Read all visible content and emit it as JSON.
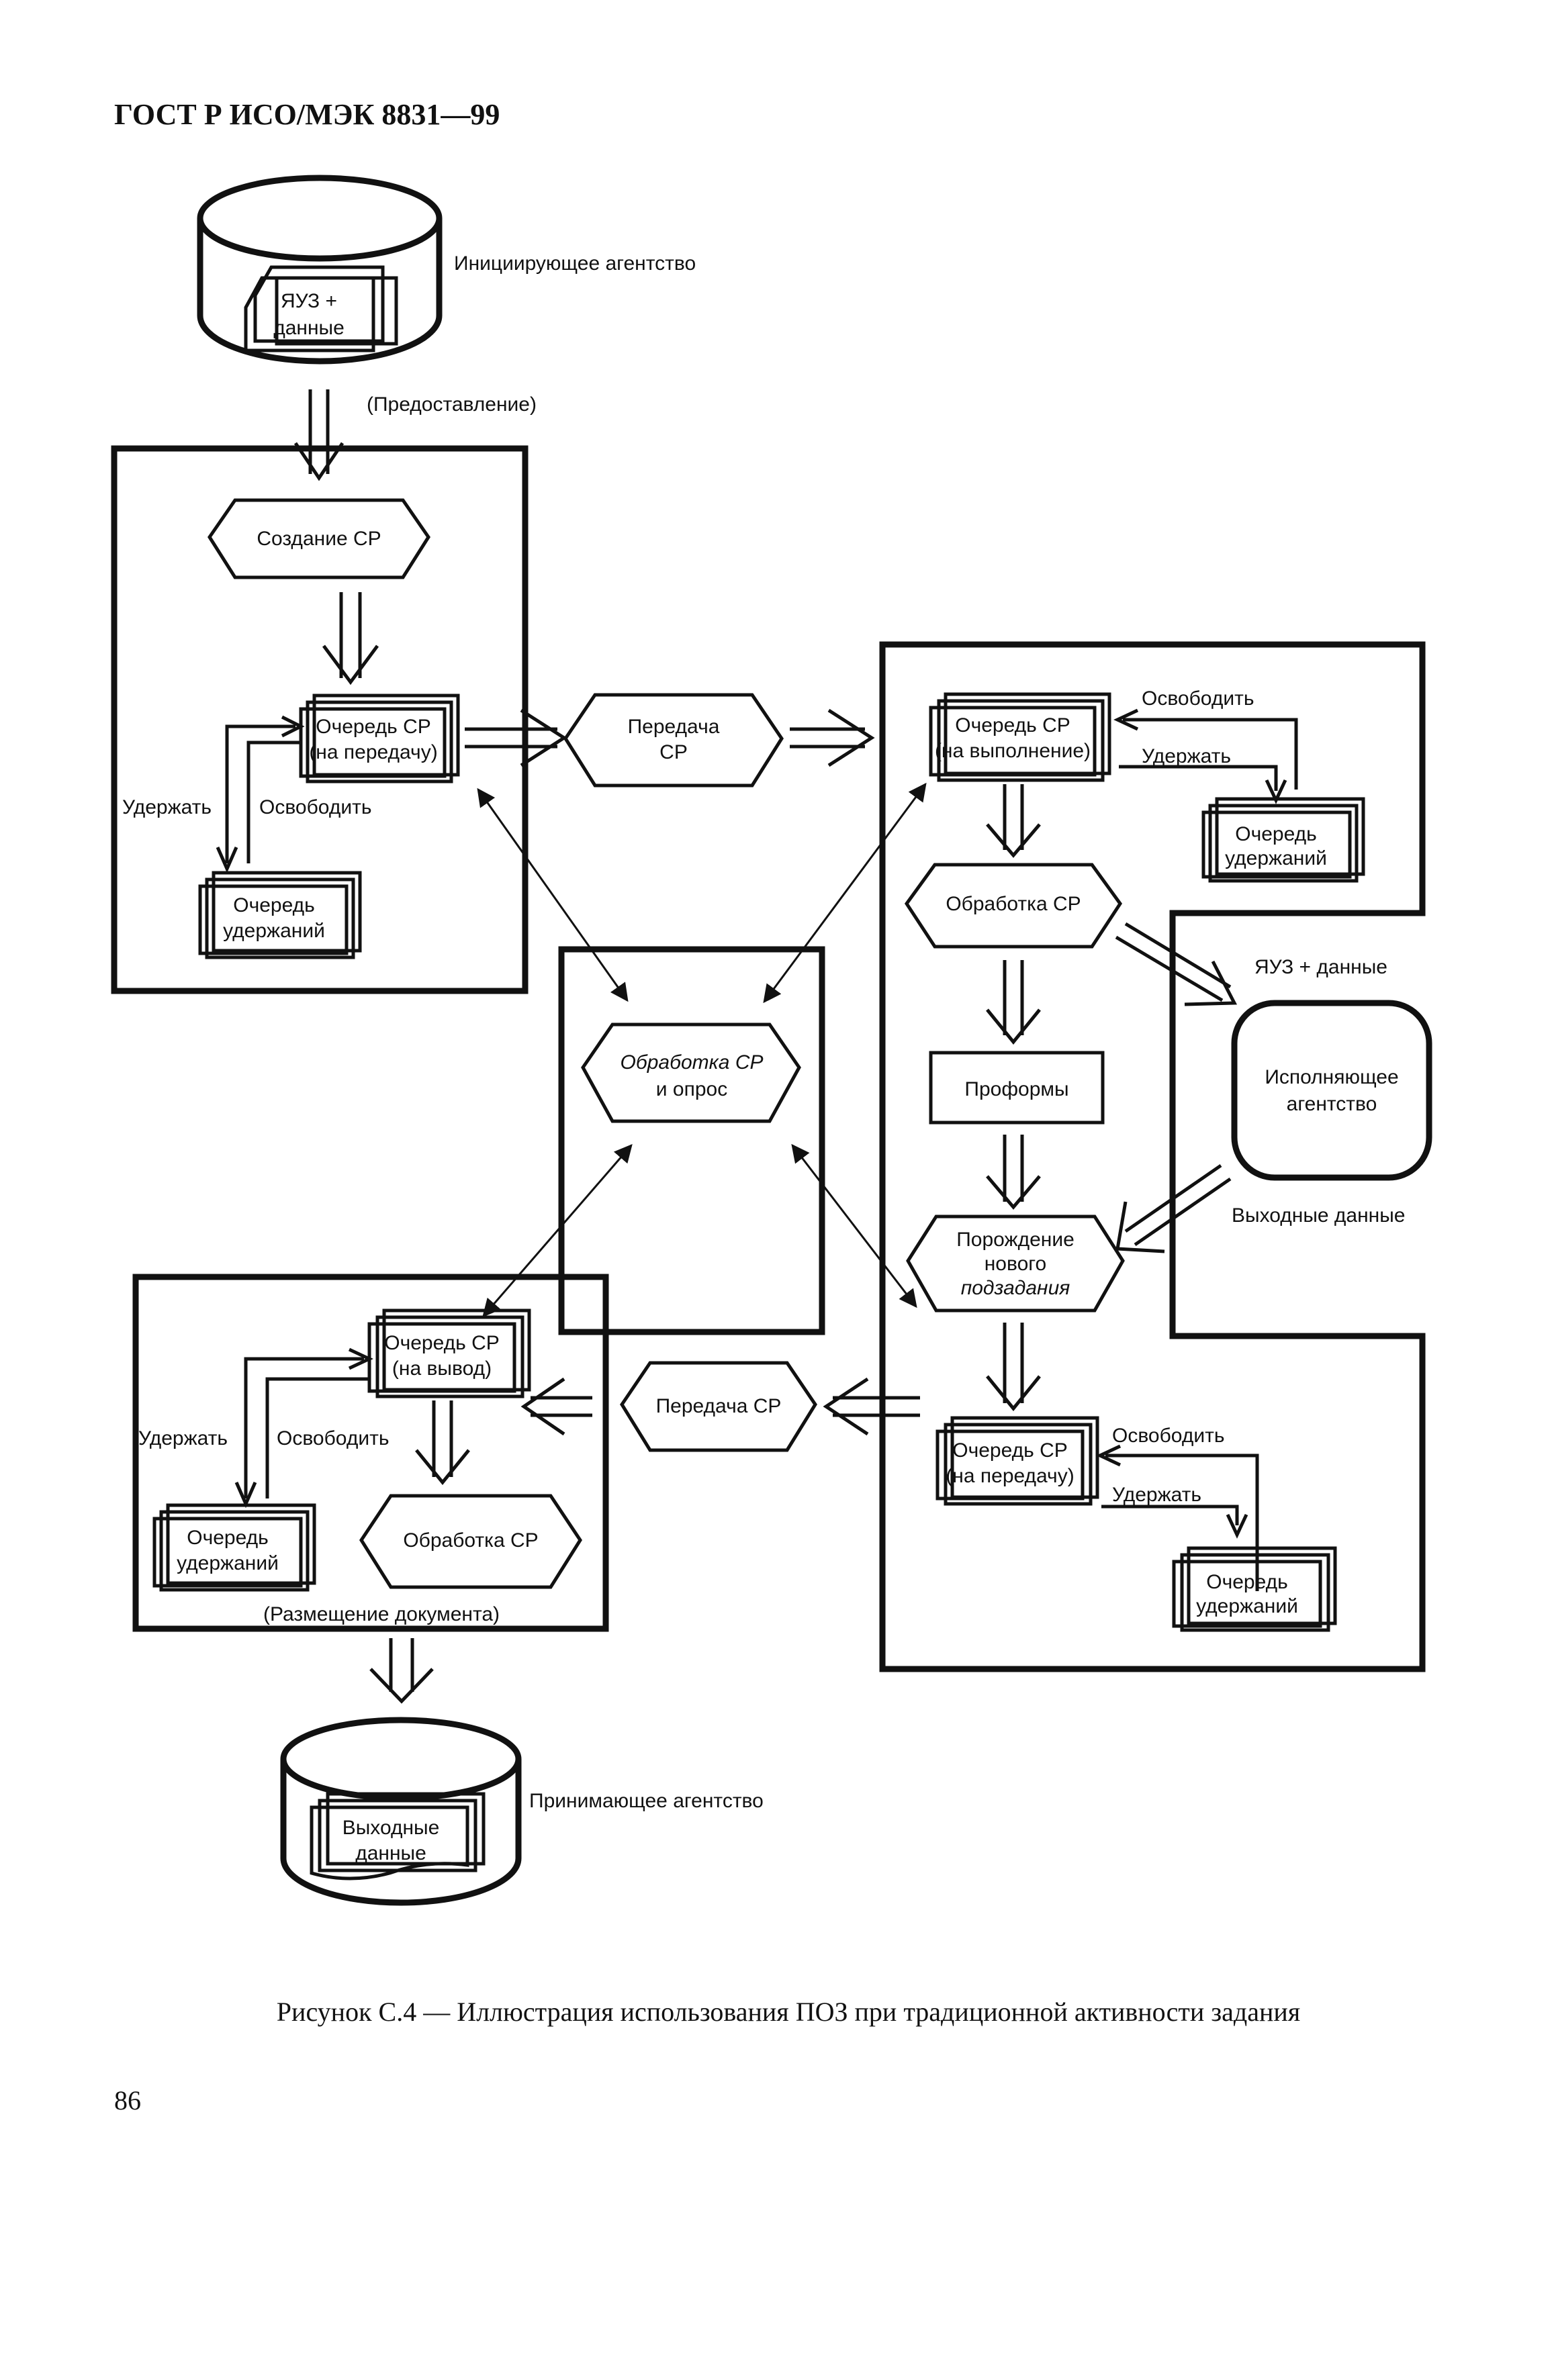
{
  "header": {
    "title": "ГОСТ Р ИСО/МЭК 8831—99"
  },
  "caption": "Рисунок С.4 — Иллюстрация использования ПОЗ при традиционной активности задания",
  "page_number": "86",
  "initiating": {
    "doc_line1": "ЯУЗ +",
    "doc_line2": "данные",
    "agency_label": "Инициирующее агентство",
    "submission_label": "(Предоставление)"
  },
  "left_box": {
    "create": "Создание СР",
    "queue_line1": "Очередь СР",
    "queue_line2": "(на передачу)",
    "hold": "Удержать",
    "release": "Освободить",
    "hold_queue_line1": "Очередь",
    "hold_queue_line2": "удержаний"
  },
  "transfer_top": {
    "line1": "Передача",
    "line2": "СР"
  },
  "middle_box": {
    "line1": "Обработка СР",
    "line2": "и опрос"
  },
  "right_box": {
    "exec_queue_line1": "Очередь СР",
    "exec_queue_line2": "(на выполнение)",
    "release_top": "Освободить",
    "hold_top": "Удержать",
    "hold_queue_top_line1": "Очередь",
    "hold_queue_top_line2": "удержаний",
    "processing": "Обработка СР",
    "jcl_data": "ЯУЗ + данные",
    "executing_line1": "Исполняющее",
    "executing_line2": "агентство",
    "proforma": "Проформы",
    "output_data": "Выходные данные",
    "spawn_line1": "Порождение",
    "spawn_line2": "нового",
    "spawn_line3": "подзадания",
    "transfer_queue_line1": "Очередь СР",
    "transfer_queue_line2": "(на передачу)",
    "release_bottom": "Освободить",
    "hold_bottom": "Удержать",
    "hold_queue_bottom_line1": "Очередь",
    "hold_queue_bottom_line2": "удержаний"
  },
  "transfer_bottom": {
    "label": "Передача СР"
  },
  "bottom_box": {
    "output_queue_line1": "Очередь СР",
    "output_queue_line2": "(на вывод)",
    "hold": "Удержать",
    "release": "Освободить",
    "hold_queue_line1": "Очередь",
    "hold_queue_line2": "удержаний",
    "processing": "Обработка СР",
    "placement": "(Размещение документа)"
  },
  "receiving": {
    "doc_line1": "Выходные",
    "doc_line2": "данные",
    "agency_label": "Принимающее агентство"
  }
}
